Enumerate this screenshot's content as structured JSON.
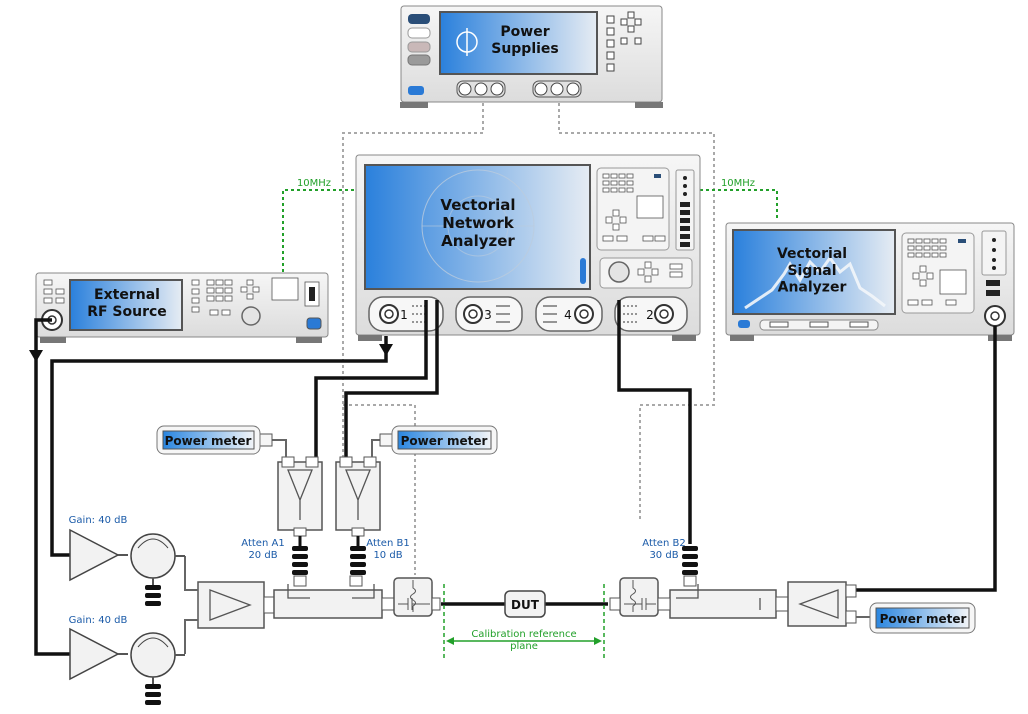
{
  "instruments": {
    "power_supplies": "Power\nSupplies",
    "vna": "Vectorial\nNetwork\nAnalyzer",
    "vsa": "Vectorial\nSignal\nAnalyzer",
    "rf_source": "External\nRF Source"
  },
  "vna_ports": {
    "p1": "1",
    "p2": "2",
    "p3": "3",
    "p4": "4"
  },
  "ref_labels": {
    "ref_left": "10MHz",
    "ref_right": "10MHz"
  },
  "power_meters": {
    "pm1": "Power meter",
    "pm2": "Power meter",
    "pm3": "Power meter"
  },
  "attenuators": {
    "a1": "Atten A1\n20 dB",
    "b1": "Atten B1\n10 dB",
    "b2": "Atten B2\n30 dB"
  },
  "amplifiers": {
    "amp_top": "Gain: 40 dB",
    "amp_bottom": "Gain: 40 dB"
  },
  "dut": "DUT",
  "calibration": "Calibration reference\nplane",
  "colors": {
    "screen_start": "#1f7ad8",
    "screen_end": "#e8edf3",
    "label_blue": "#1a5aa8",
    "ref_green": "#22a02a",
    "cable": "#111111",
    "chassis": "#e9e9e9",
    "dotted": "#a9a9a9"
  }
}
